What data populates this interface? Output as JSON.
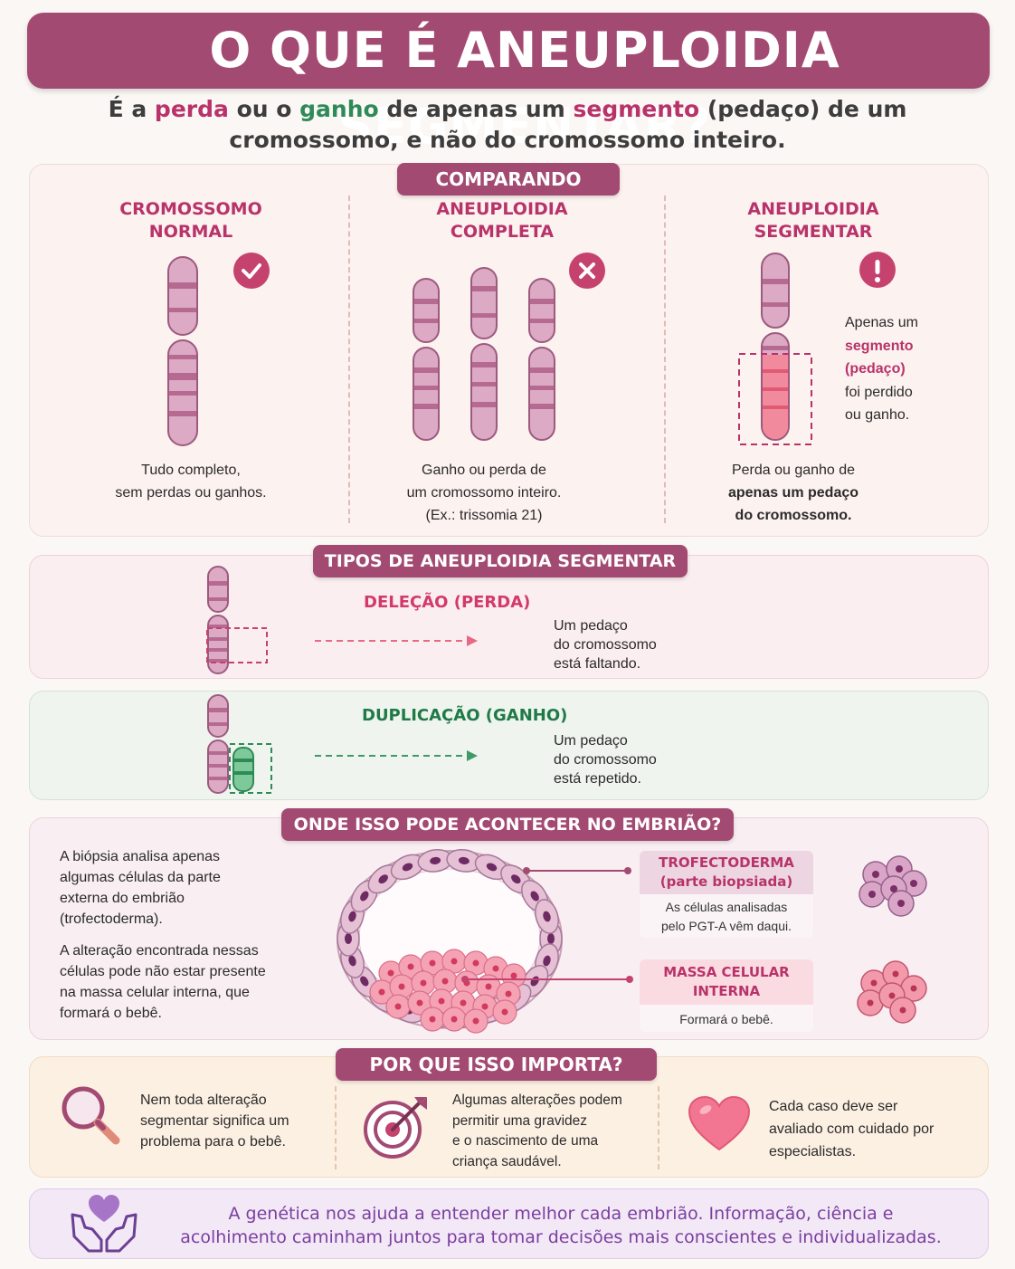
{
  "title": "O QUE É ANEUPLOIDIA SEGMENTAR?",
  "subtitle": {
    "p1": "É a ",
    "perda": "perda",
    "p2": " ou o ",
    "ganho": "ganho",
    "p3": " de apenas um ",
    "segmento": "segmento",
    "p4": " (pedaço) de um cromossomo, e não do cromossomo inteiro."
  },
  "comparando": {
    "tag": "COMPARANDO",
    "normal": {
      "title_l1": "CROMOSSOMO",
      "title_l2": "NORMAL",
      "cap_l1": "Tudo completo,",
      "cap_l2": "sem perdas ou ganhos."
    },
    "completa": {
      "title_l1": "ANEUPLOIDIA",
      "title_l2": "COMPLETA",
      "cap_l1": "Ganho ou perda de",
      "cap_l2": "um cromossomo inteiro.",
      "cap_l3": "(Ex.: trissomia 21)"
    },
    "segmentar": {
      "title_l1": "ANEUPLOIDIA",
      "title_l2": "SEGMENTAR",
      "side_l1": "Apenas um",
      "side_l2": "segmento",
      "side_l3": "(pedaço)",
      "side_l4": "foi perdido",
      "side_l5": "ou ganho.",
      "cap_l1": "Perda ou ganho de",
      "cap_l2": "apenas um pedaço",
      "cap_l3": "do cromossomo."
    }
  },
  "tipos": {
    "tag": "TIPOS DE ANEUPLOIDIA SEGMENTAR",
    "delecao": {
      "title": "DELEÇÃO (PERDA)",
      "d1": "Um pedaço",
      "d2": "do cromossomo",
      "d3": "está faltando."
    },
    "duplicacao": {
      "title": "DUPLICAÇÃO (GANHO)",
      "d1": "Um pedaço",
      "d2": "do cromossomo",
      "d3": "está repetido."
    }
  },
  "embriao": {
    "tag": "ONDE ISSO PODE ACONTECER NO EMBRIÃO?",
    "t1": [
      "A biópsia analisa apenas",
      "algumas células da parte",
      "externa do embrião",
      "(trofectoderma)."
    ],
    "t2": [
      "A alteração encontrada nessas",
      "células pode não estar presente",
      "na massa celular interna, que",
      "formará o bebê."
    ],
    "trofecto": {
      "title_l1": "TROFECTODERMA",
      "title_l2": "(parte biopsiada)",
      "desc_l1": "As células analisadas",
      "desc_l2": "pelo PGT-A vêm daqui."
    },
    "massa": {
      "title_l1": "MASSA CELULAR",
      "title_l2": "INTERNA",
      "desc": "Formará o bebê."
    }
  },
  "importa": {
    "tag": "POR QUE ISSO IMPORTA?",
    "c1": [
      "Nem toda alteração",
      "segmentar significa um",
      "problema para o bebê."
    ],
    "c2": [
      "Algumas alterações podem",
      "permitir uma gravidez",
      "e o nascimento de uma",
      "criança saudável."
    ],
    "c3": [
      "Cada caso deve ser",
      "avaliado com cuidado por",
      "especialistas."
    ]
  },
  "footer": {
    "l1": "A genética nos ajuda a entender melhor cada embrião. Informação, ciência e",
    "l2": "acolhimento caminham juntos para tomar decisões mais conscientes e individualizadas."
  },
  "icons": {
    "check": "check-icon",
    "x": "x-icon",
    "alert": "exclamation-icon",
    "magnifier": "magnifier-icon",
    "target": "target-icon",
    "heart": "heart-icon",
    "hands": "hands-heart-icon"
  },
  "colors": {
    "primary": "#a34a72",
    "pink": "#b8336a",
    "green": "#2e8b57",
    "purple": "#7b3fa0"
  }
}
